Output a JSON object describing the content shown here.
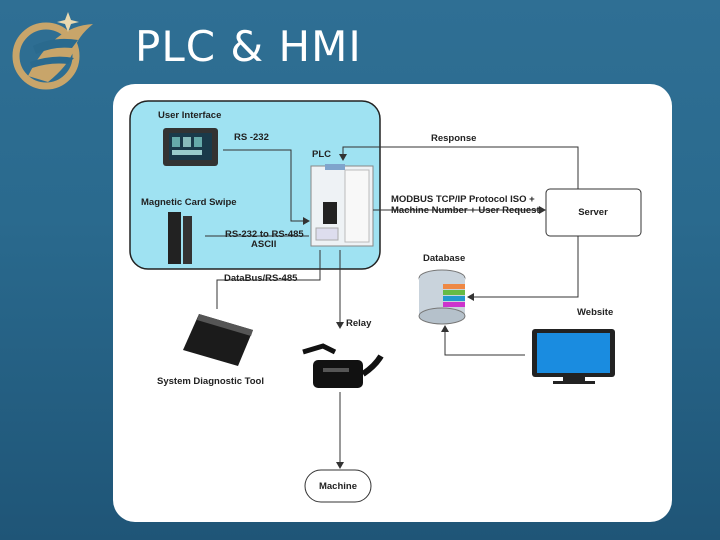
{
  "slide": {
    "title": "PLC & HMI"
  },
  "diagram": {
    "user_interface": "User Interface",
    "rs232": "RS -232",
    "plc": "PLC",
    "magnetic_card": "Magnetic Card Swipe",
    "rs232_485_line1": "RS-232 to RS-485",
    "rs232_485_line2": "ASCII",
    "databus": "DataBus/RS-485",
    "system_diag": "System Diagnostic Tool",
    "relay": "Relay",
    "machine": "Machine",
    "response": "Response",
    "modbus_line1": "MODBUS TCP/IP Protocol ISO +",
    "modbus_line2": "Machine Number + User Request",
    "server": "Server",
    "database": "Database",
    "website": "Website"
  },
  "colors": {
    "highlight": "#9fe2f2",
    "slide_bg": "#2a6a8e",
    "logo": "#c8a56a"
  }
}
